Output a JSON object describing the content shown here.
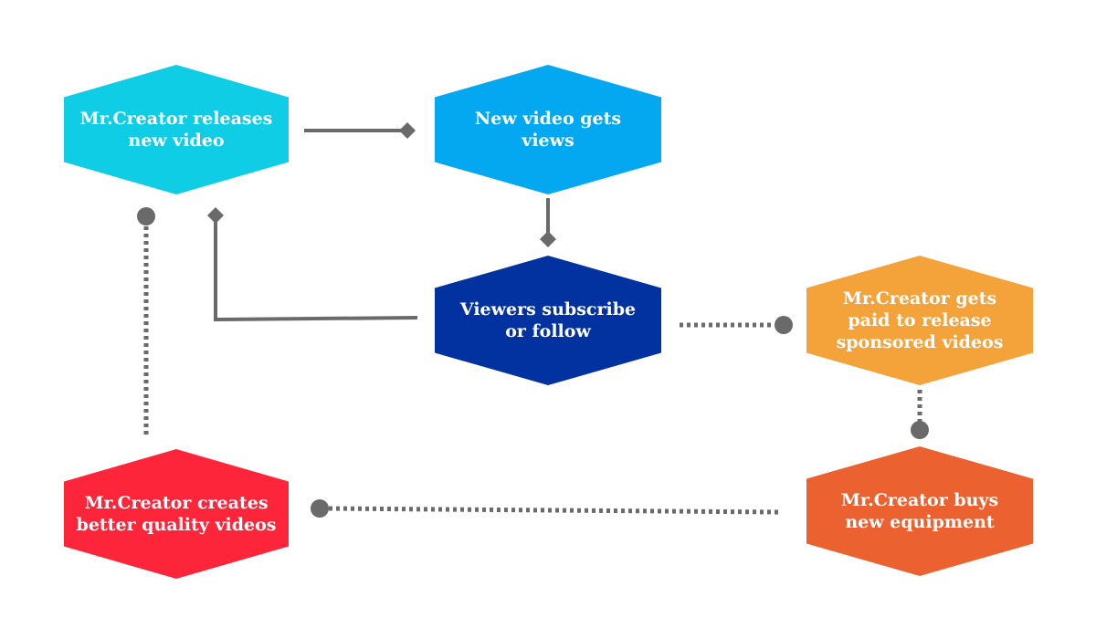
{
  "nodes": {
    "releases": {
      "label": "Mr.Creator releases\nnew video",
      "color": "#10cde6"
    },
    "views": {
      "label": "New video gets\nviews",
      "color": "#04a8f1"
    },
    "subscribe": {
      "label": "Viewers subscribe\nor follow",
      "color": "#0232a0"
    },
    "sponsored": {
      "label": "Mr.Creator gets\npaid to release\nsponsored videos",
      "color": "#f4a23a"
    },
    "equipment": {
      "label": "Mr.Creator buys\nnew equipment",
      "color": "#eb6230"
    },
    "quality": {
      "label": "Mr.Creator creates\nbetter quality videos",
      "color": "#fc253a"
    }
  },
  "connector_color": "#6a6a6a"
}
